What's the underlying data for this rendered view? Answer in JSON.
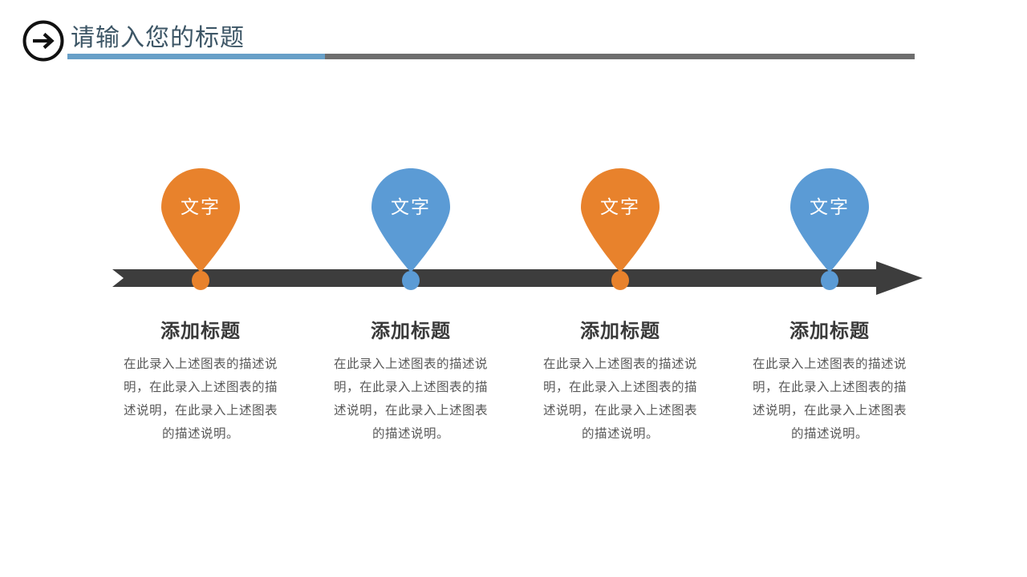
{
  "header": {
    "title": "请输入您的标题",
    "icon": "circle-arrow-right-icon",
    "rule_blue_color": "#68a0c8",
    "rule_gray_color": "#6e6e6e"
  },
  "theme": {
    "orange": "#e8822c",
    "blue": "#5b9bd5",
    "axis_dark": "#3d3d3d",
    "title_color": "#3d5666",
    "heading_color": "#3a3a3a",
    "body_color": "#585858"
  },
  "axis": {
    "name": "timeline-arrow",
    "direction": "left-to-right",
    "color": "#3d3d3d"
  },
  "items": [
    {
      "pin_label": "文字",
      "color": "#e8822c",
      "color_name": "orange",
      "title": "添加标题",
      "body": "在此录入上述图表的描述说明，在此录入上述图表的描述说明，在此录入上述图表的描述说明。"
    },
    {
      "pin_label": "文字",
      "color": "#5b9bd5",
      "color_name": "blue",
      "title": "添加标题",
      "body": "在此录入上述图表的描述说明，在此录入上述图表的描述说明，在此录入上述图表的描述说明。"
    },
    {
      "pin_label": "文字",
      "color": "#e8822c",
      "color_name": "orange",
      "title": "添加标题",
      "body": "在此录入上述图表的描述说明，在此录入上述图表的描述说明，在此录入上述图表的描述说明。"
    },
    {
      "pin_label": "文字",
      "color": "#5b9bd5",
      "color_name": "blue",
      "title": "添加标题",
      "body": "在此录入上述图表的描述说明，在此录入上述图表的描述说明，在此录入上述图表的描述说明。"
    }
  ]
}
